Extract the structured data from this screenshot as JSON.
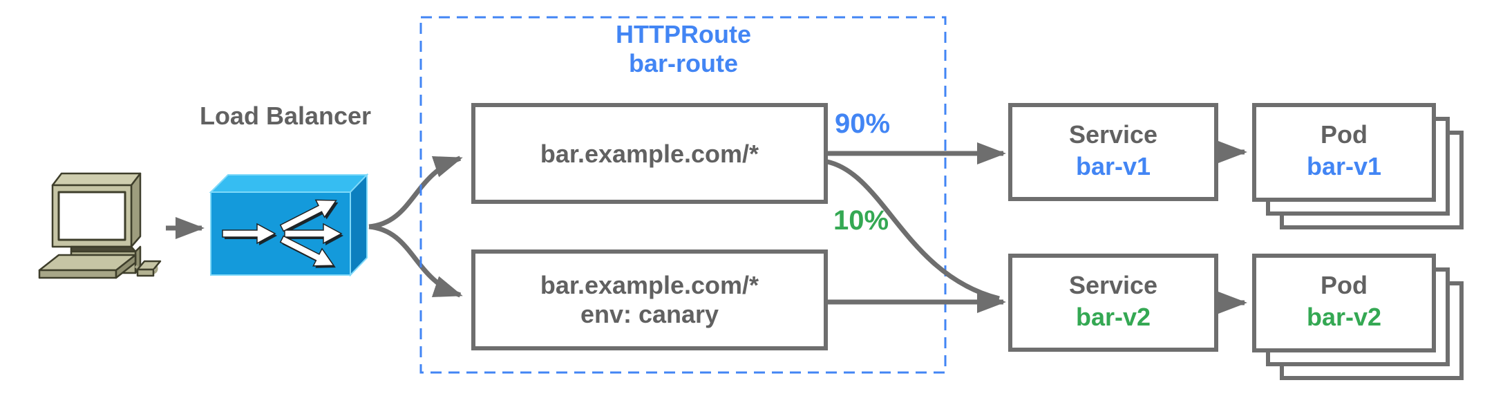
{
  "icons": {
    "client": "desktop-computer-icon",
    "load_balancer": "traffic-split-box-icon"
  },
  "colors": {
    "blue": "#4285F4",
    "green": "#34A853",
    "gray_text": "#616161",
    "arrow_gray": "#6e6e6e",
    "dashed_border": "#4285F4"
  },
  "load_balancer": {
    "label": "Load Balancer"
  },
  "httproute": {
    "title": "HTTPRoute",
    "name": "bar-route",
    "rules": [
      {
        "match": "bar.example.com/*",
        "weight": "90%"
      },
      {
        "match": "bar.example.com/*",
        "header": "env: canary",
        "weight": "10%"
      }
    ]
  },
  "services": [
    {
      "kind": "Service",
      "name": "bar-v1"
    },
    {
      "kind": "Service",
      "name": "bar-v2"
    }
  ],
  "pods": [
    {
      "kind": "Pod",
      "name": "bar-v1"
    },
    {
      "kind": "Pod",
      "name": "bar-v2"
    }
  ]
}
